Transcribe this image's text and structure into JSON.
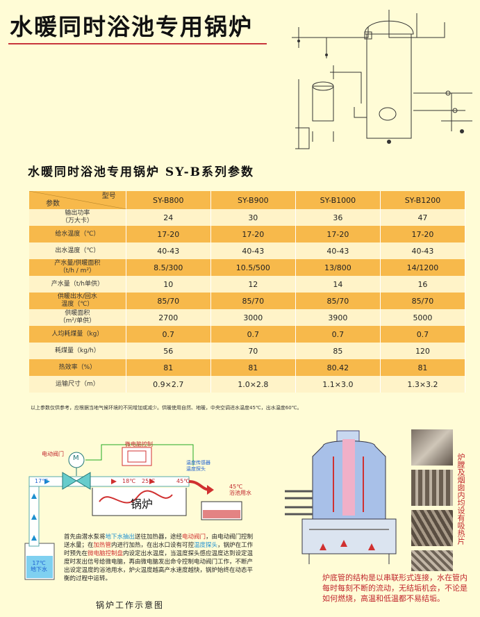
{
  "page_title": "水暖同时浴池专用锅炉",
  "table_title": "水暖同时浴池专用锅炉 SY-B系列参数",
  "table": {
    "header_model": "型号",
    "header_param": "参数",
    "models": [
      "SY-B800",
      "SY-B900",
      "SY-B1000",
      "SY-B1200"
    ],
    "rows": [
      {
        "label": "输出功率\n（万大卡）",
        "values": [
          "24",
          "30",
          "36",
          "47"
        ]
      },
      {
        "label": "给水温度（℃）",
        "values": [
          "17-20",
          "17-20",
          "17-20",
          "17-20"
        ]
      },
      {
        "label": "出水温度（℃）",
        "values": [
          "40-43",
          "40-43",
          "40-43",
          "40-43"
        ]
      },
      {
        "label": "产水量/供暖面积\n（t/h / m²）",
        "values": [
          "8.5/300",
          "10.5/500",
          "13/800",
          "14/1200"
        ]
      },
      {
        "label": "产水量（t/h单供）",
        "values": [
          "10",
          "12",
          "14",
          "16"
        ]
      },
      {
        "label": "供暖出水/回水\n温度（℃）",
        "values": [
          "85/70",
          "85/70",
          "85/70",
          "85/70"
        ]
      },
      {
        "label": "供暖面积\n（m²/单供）",
        "values": [
          "2700",
          "3000",
          "3900",
          "5000"
        ]
      },
      {
        "label": "人均耗煤量（kg）",
        "values": [
          "0.7",
          "0.7",
          "0.7",
          "0.7"
        ]
      },
      {
        "label": "耗煤量（kg/h）",
        "values": [
          "56",
          "70",
          "85",
          "120"
        ]
      },
      {
        "label": "热效率（%）",
        "values": [
          "81",
          "81",
          "80.42",
          "81"
        ]
      },
      {
        "label": "运输尺寸（m）",
        "values": [
          "0.9×2.7",
          "1.0×2.8",
          "1.1×3.0",
          "1.3×3.2"
        ]
      }
    ]
  },
  "footnote": "以上参数仅供参考，应根据当地气候环境的不同增加或减少。供暖使用自然、地暖，中央空调进水温度45℃，出水温度60℃。",
  "diagram": {
    "valve_label": "电动阀门",
    "motor_letter": "M",
    "controller_label": "微电脑控制",
    "sensor_label": "温度传感器\n温度探头",
    "inlet_temp": "17℃",
    "well_temp": "17℃\n地下水",
    "temp_18": "18℃",
    "temp_25": "25℃",
    "temp_45": "45℃",
    "outlet_label": "45℃\n浴池用水",
    "boiler_label": "锅炉",
    "caption": "锅炉工作示意图"
  },
  "description": {
    "p1": "首先由潜水泵将",
    "h1": "地下水抽出",
    "p2": "送往加热器，途经",
    "h2": "电动阀门",
    "p3": "，由电动阀门控制送水量；在",
    "h3": "加热管",
    "p4": "内进行加热，在出水口设有可控",
    "h4": "温度探头",
    "p5": "，锅炉在工作时预先在",
    "h5": "微电脑控制盘",
    "p6": "内设定出水温度，当温度探头感应温度达到设定温度时发出信号给微电脑，再由微电脑发出命令控制电动阀门工作，不断产出设定温度的浴池用水，炉火温度越高产水速度越快，锅炉始终在动态平衡的过程中运转。"
  },
  "right_caption": "炉底管的结构是以串联形式连接，水在管内每时每刻不断的流动，无结垢机会，不论是如何燃烧，高温和低温都不易结垢。",
  "side_caption": "炉膛及烟囱内均设有吸热片",
  "colors": {
    "accent": "#f7b94b",
    "light_row": "#fff3c8",
    "red": "#c0262c",
    "blue": "#1c8fd0"
  }
}
